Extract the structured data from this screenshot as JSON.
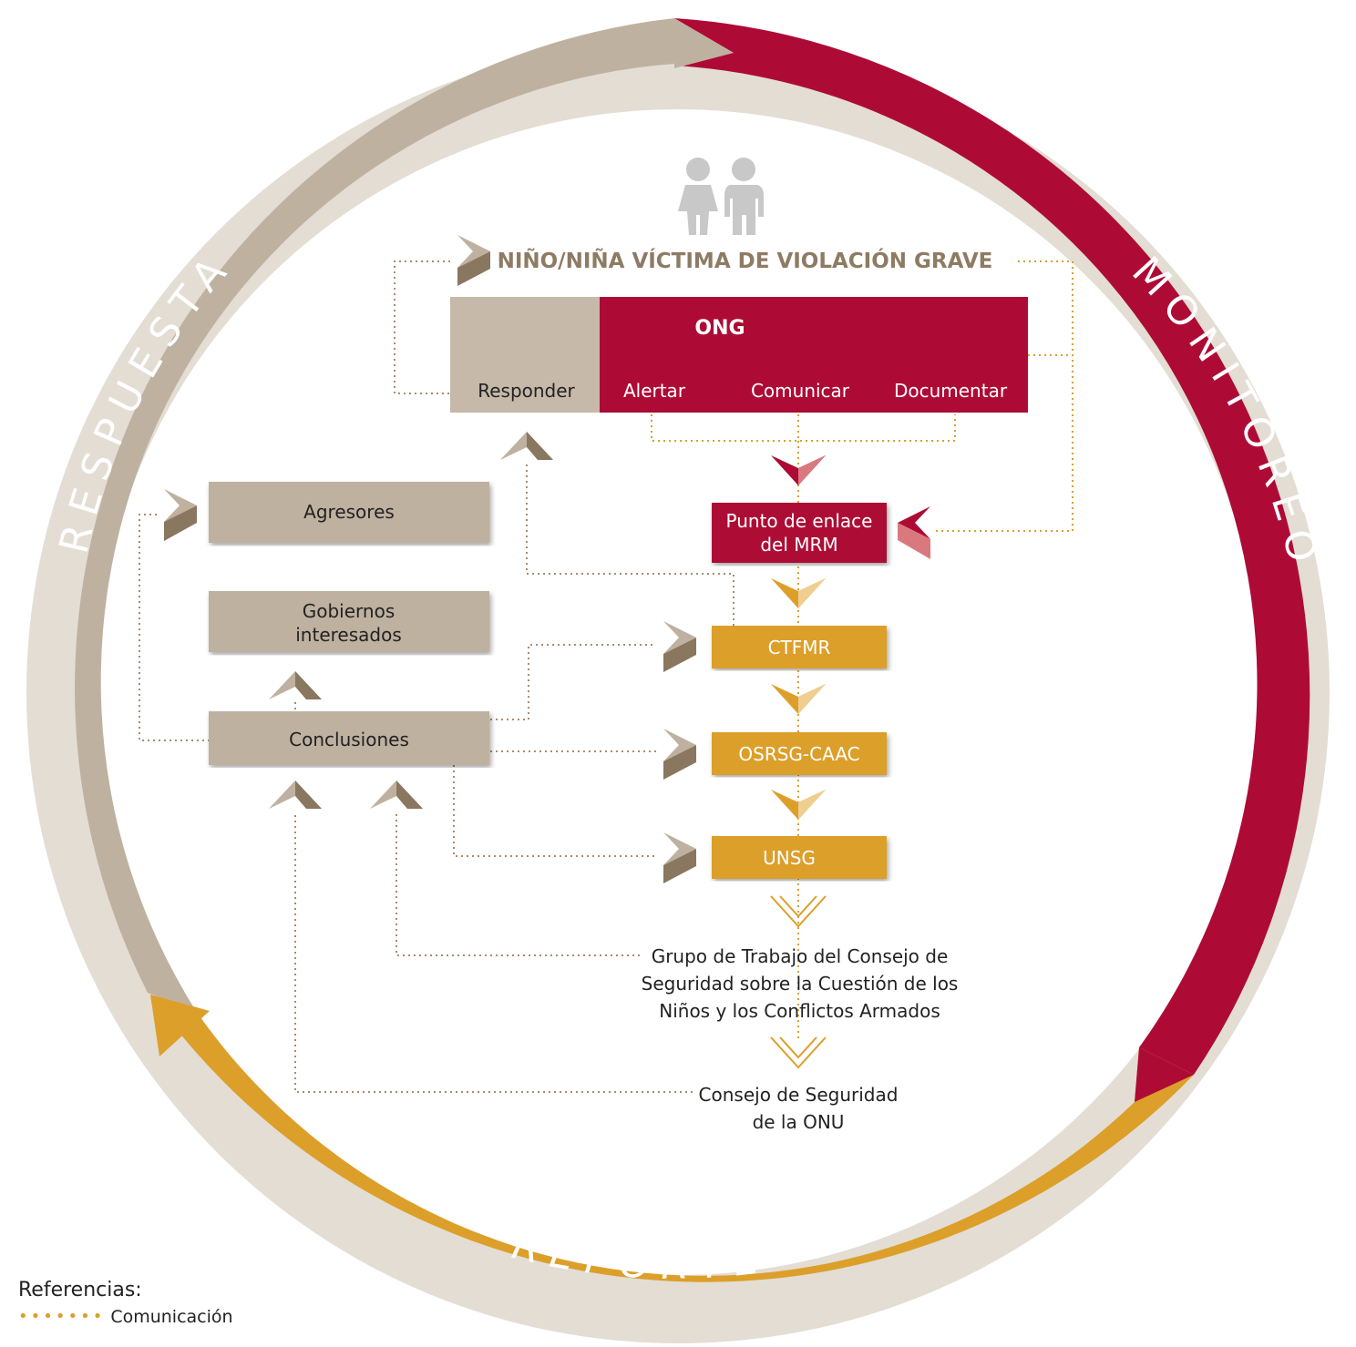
{
  "cycle": {
    "respuesta": "RESPUESTA",
    "monitoreo": "MONITOREO",
    "reporte": "REPORTE"
  },
  "nodes": {
    "victim": "NIÑO/NIÑA VÍCTIMA DE VIOLACIÓN GRAVE",
    "ong": "ONG",
    "responder": "Responder",
    "alertar": "Alertar",
    "comunicar": "Comunicar",
    "documentar": "Documentar",
    "punto_enlace": "Punto de enlace del MRM",
    "ctfmr": "CTFMR",
    "osrsg": "OSRSG-CAAC",
    "unsg": "UNSG",
    "grupo_trabajo": "Grupo de Trabajo del Consejo de Seguridad sobre la Cuestión de los Niños y los Conflictos Armados",
    "consejo": "Consejo de Seguridad de la ONU",
    "agresores": "Agresores",
    "gobiernos": "Gobiernos interesados",
    "conclusiones": "Conclusiones"
  },
  "legend": {
    "title": "Referencias:",
    "comunicacion": "Comunicación"
  },
  "colors": {
    "crimson": "#ad0b35",
    "taupe": "#bfb1a0",
    "taupe_dark": "#8a7760",
    "gold": "#dc9f2a",
    "ring": "#e3ddd4",
    "victim_text": "#8d7b63",
    "icon_grey": "#c8c8c8"
  }
}
